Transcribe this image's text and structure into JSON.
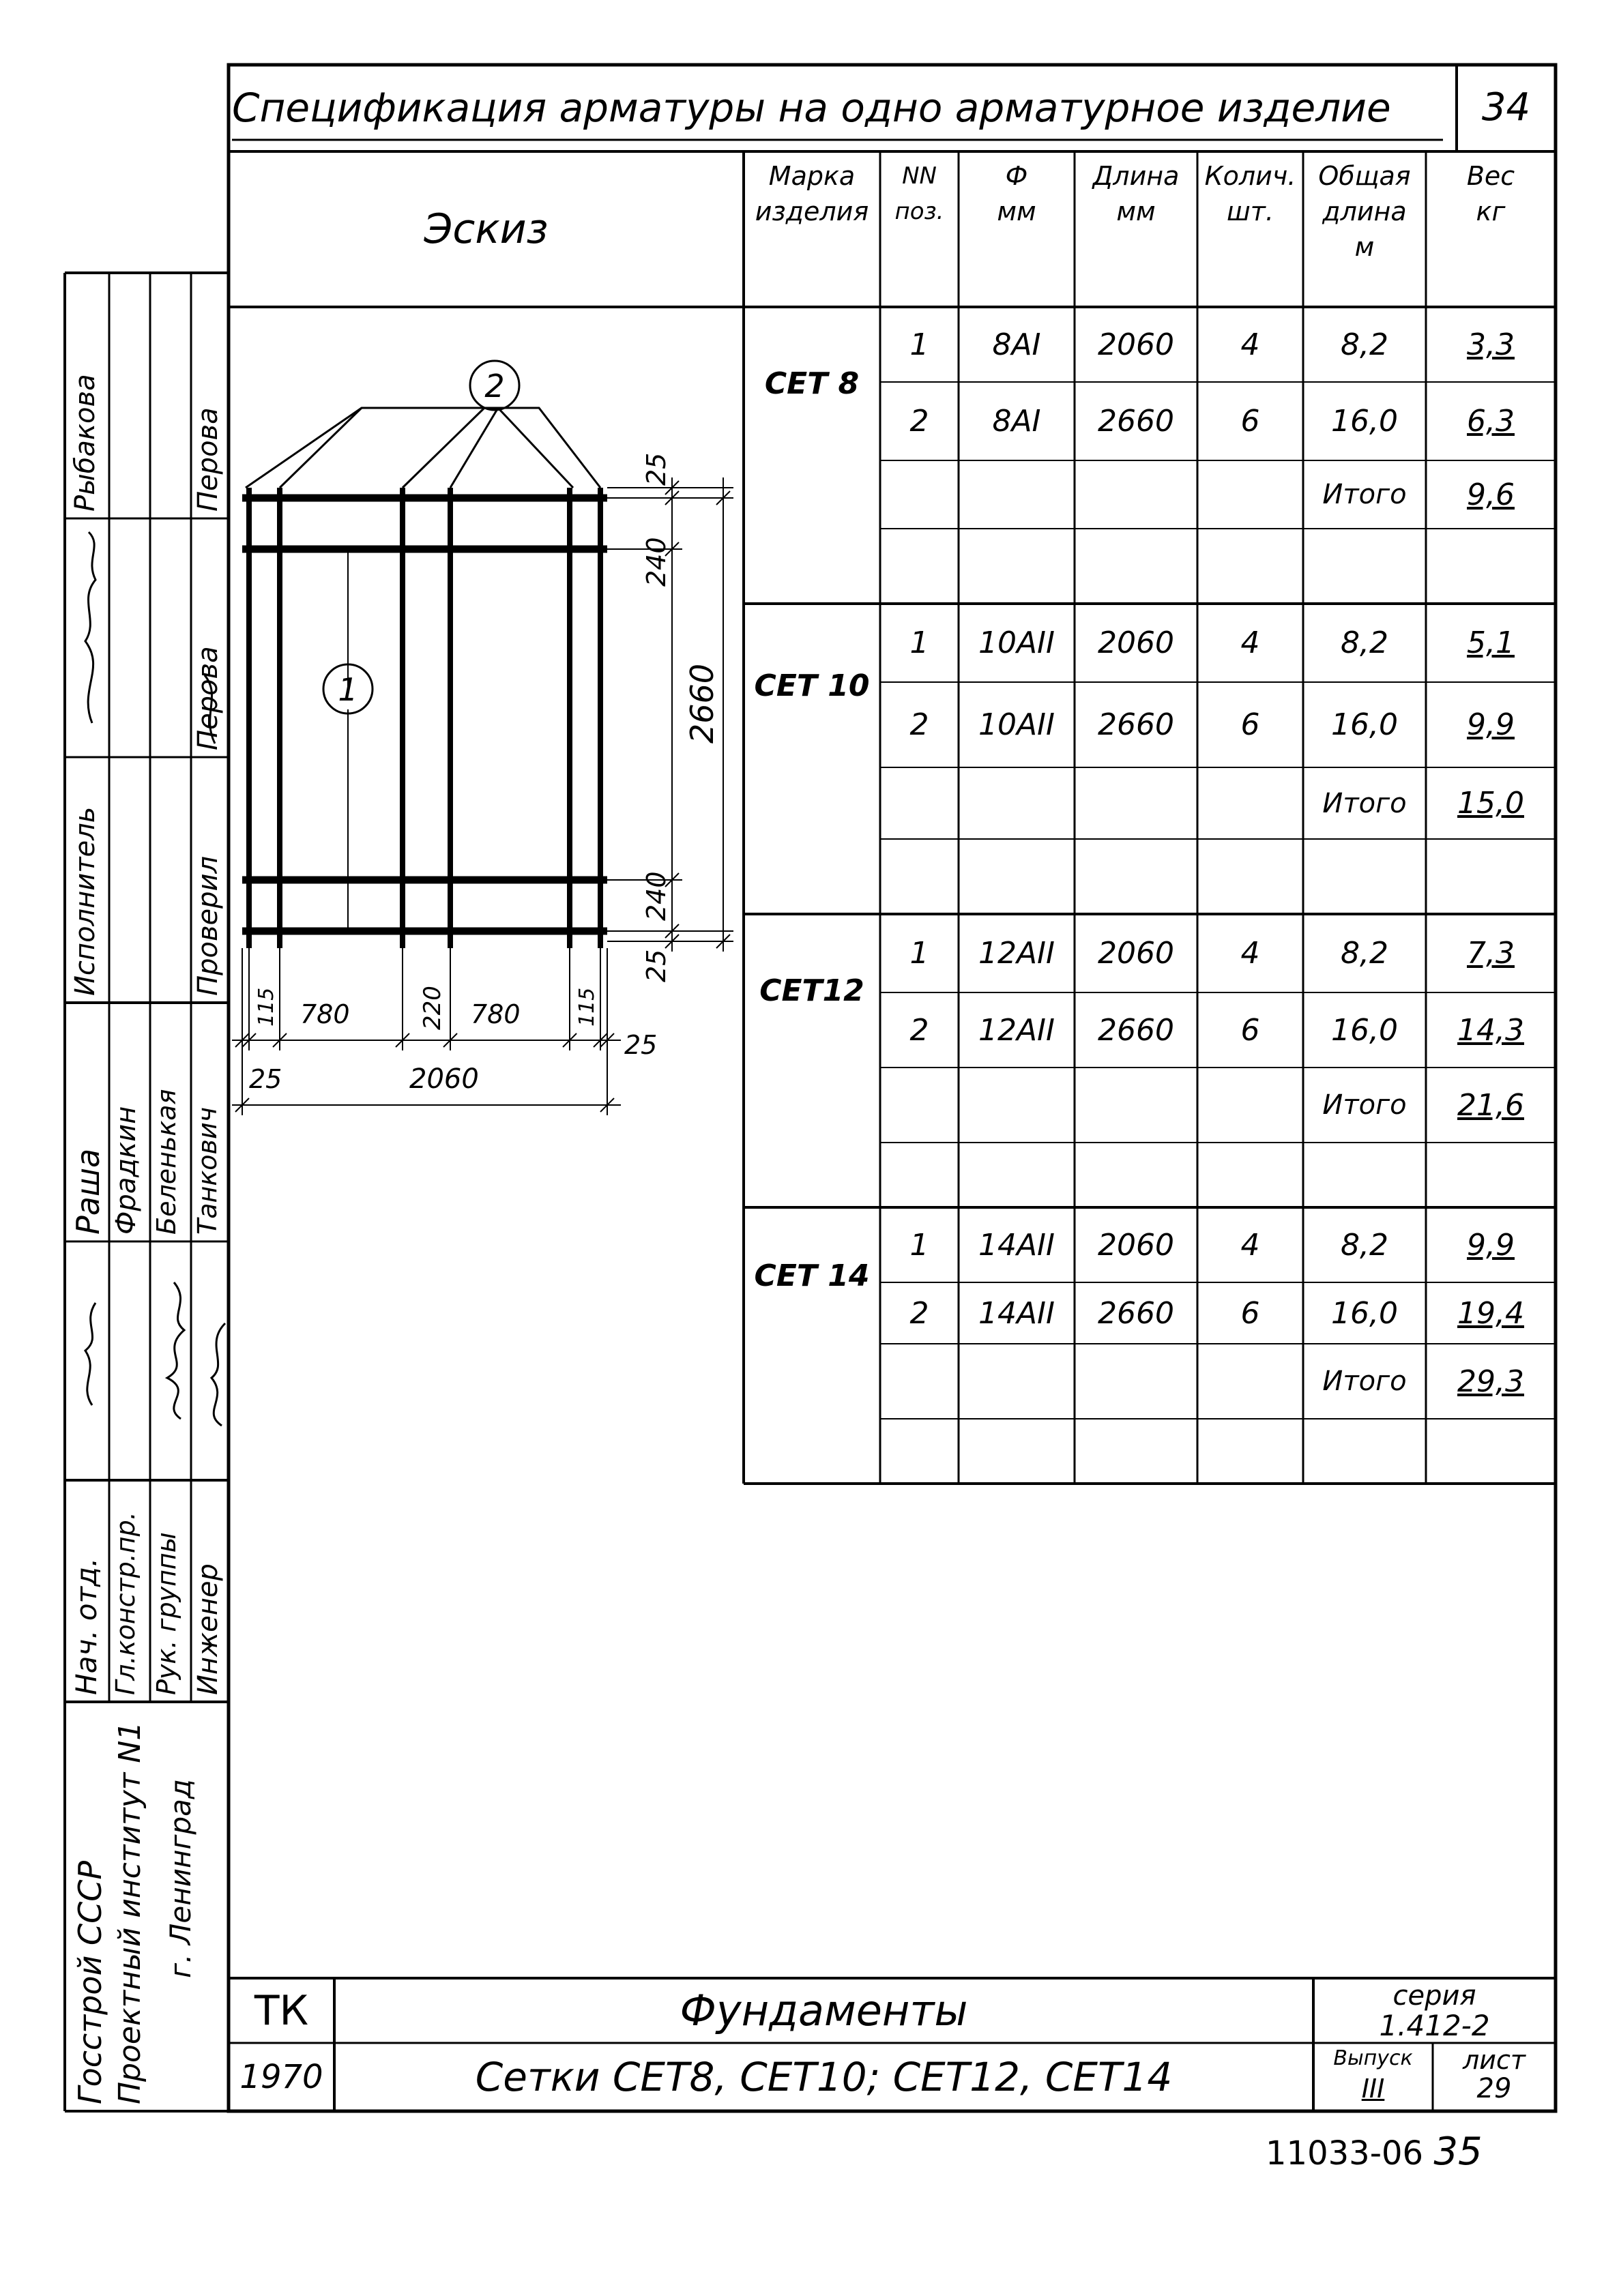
{
  "header": {
    "title": "Спецификация арматуры на одно арматурное изделие",
    "page_number": "34"
  },
  "table": {
    "sketch_header": "Эскиз",
    "columns": [
      "Марка изделия",
      "NN поз.",
      "Ф мм",
      "Длина мм",
      "Колич. шт.",
      "Общая длина м",
      "Вес кг"
    ],
    "column_lines": [
      [
        "Марка",
        "изделия"
      ],
      [
        "NN",
        "поз."
      ],
      [
        "Ф",
        "мм"
      ],
      [
        "Длина",
        "мм"
      ],
      [
        "Колич.",
        "шт."
      ],
      [
        "Общая",
        "длина",
        "м"
      ],
      [
        "Вес",
        "кг"
      ]
    ],
    "groups": [
      {
        "mark": "СЕТ 8",
        "rows": [
          {
            "pos": "1",
            "dia": "8АI",
            "length": "2060",
            "qty": "4",
            "total_length": "8,2",
            "weight": "3,3"
          },
          {
            "pos": "2",
            "dia": "8АI",
            "length": "2660",
            "qty": "6",
            "total_length": "16,0",
            "weight": "6,3"
          }
        ],
        "total_label": "Итого",
        "total_weight": "9,6"
      },
      {
        "mark": "СЕТ 10",
        "rows": [
          {
            "pos": "1",
            "dia": "10АII",
            "length": "2060",
            "qty": "4",
            "total_length": "8,2",
            "weight": "5,1"
          },
          {
            "pos": "2",
            "dia": "10АII",
            "length": "2660",
            "qty": "6",
            "total_length": "16,0",
            "weight": "9,9"
          }
        ],
        "total_label": "Итого",
        "total_weight": "15,0"
      },
      {
        "mark": "СЕТ12",
        "rows": [
          {
            "pos": "1",
            "dia": "12АII",
            "length": "2060",
            "qty": "4",
            "total_length": "8,2",
            "weight": "7,3"
          },
          {
            "pos": "2",
            "dia": "12АII",
            "length": "2660",
            "qty": "6",
            "total_length": "16,0",
            "weight": "14,3"
          }
        ],
        "total_label": "Итого",
        "total_weight": "21,6"
      },
      {
        "mark": "СЕТ 14",
        "rows": [
          {
            "pos": "1",
            "dia": "14АII",
            "length": "2060",
            "qty": "4",
            "total_length": "8,2",
            "weight": "9,9"
          },
          {
            "pos": "2",
            "dia": "14АII",
            "length": "2660",
            "qty": "6",
            "total_length": "16,0",
            "weight": "19,4"
          }
        ],
        "total_label": "Итого",
        "total_weight": "29,3"
      }
    ]
  },
  "sketch": {
    "callout_1": "1",
    "callout_2": "2",
    "dims": {
      "d25_top": "25",
      "d240_top": "240",
      "d2660": "2660",
      "d240_bottom": "240",
      "d25_bottom": "25",
      "d115_left": "115",
      "d780_left": "780",
      "d220": "220",
      "d780_right": "780",
      "d115_right": "115",
      "d25_right": "25",
      "d25_left": "25",
      "d2060": "2060"
    }
  },
  "side_stamp": {
    "org_lines": [
      "Госстрой СССР",
      "Проектный институт N1",
      "г. Ленинград"
    ],
    "roles": [
      "Нач. отд.",
      "Гл.констр.пр.",
      "Рук. группы",
      "Инженер",
      "Исполнитель",
      "Проверил"
    ],
    "names": [
      "Раша",
      "Фрадкин",
      "Беленькая",
      "Танкович",
      "Рыбакова",
      "Перова",
      "Перова"
    ]
  },
  "title_block": {
    "code": "ТК",
    "year": "1970",
    "name": "Фундаменты",
    "subtitle": "Сетки СЕТ8, СЕТ10; СЕТ12, СЕТ14",
    "series_label": "серия",
    "series_value": "1.412-2",
    "issue_label": "Выпуск",
    "issue_value": "III",
    "sheet_label": "лист",
    "sheet_value": "29"
  },
  "footer": {
    "archive_number": "11033-06",
    "archive_page": "35"
  }
}
